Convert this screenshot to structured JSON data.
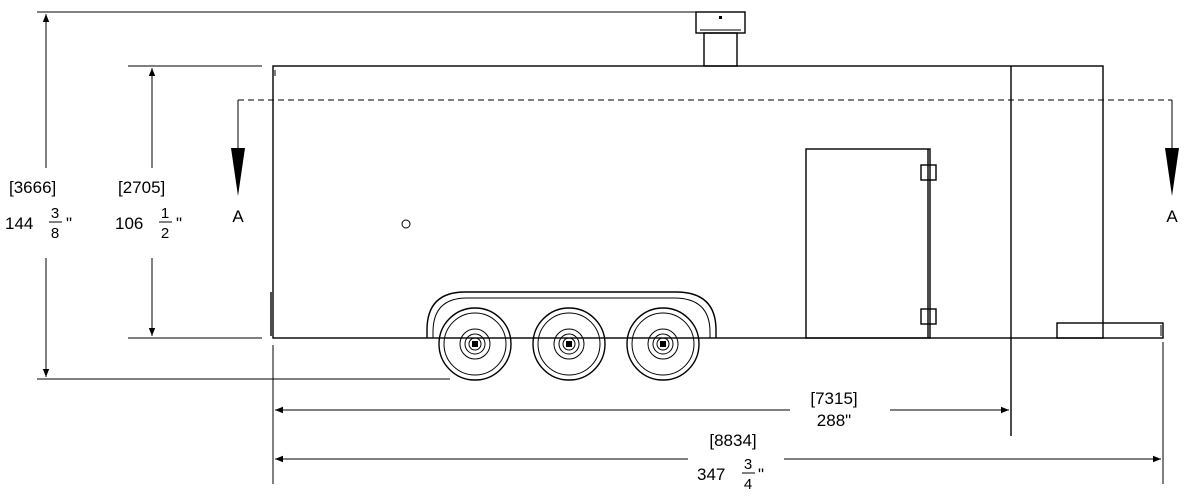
{
  "section_marker": {
    "left": "A",
    "right": "A"
  },
  "dimensions": {
    "overall_height": {
      "metric": "[3666]",
      "whole": "144",
      "num": "3",
      "den": "8",
      "unit": "\""
    },
    "body_height": {
      "metric": "[2705]",
      "whole": "106",
      "num": "1",
      "den": "2",
      "unit": "\""
    },
    "body_length": {
      "metric": "[7315]",
      "imperial": "288\""
    },
    "overall_length": {
      "metric": "[8834]",
      "whole": "347",
      "num": "3",
      "den": "4",
      "unit": "\""
    }
  }
}
